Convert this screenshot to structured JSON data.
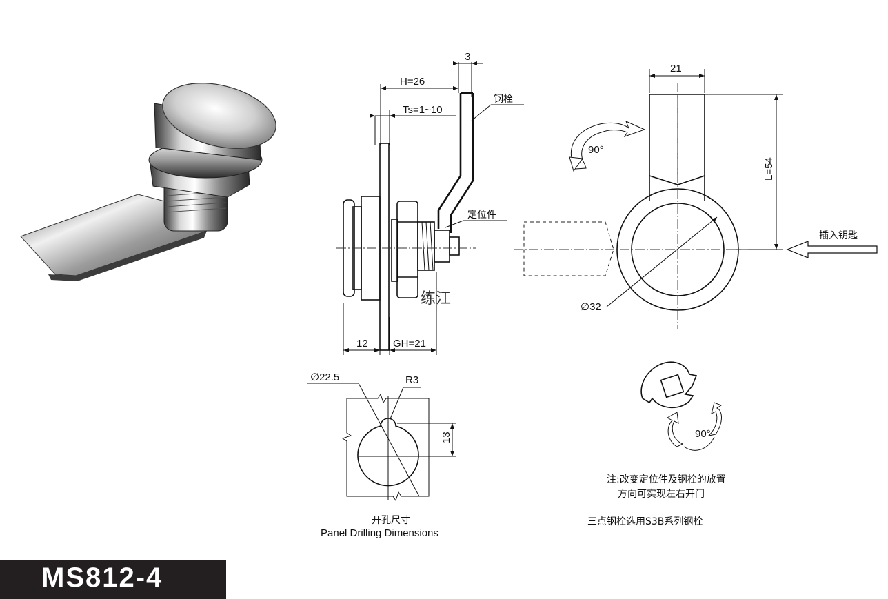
{
  "model": "MS812-4",
  "side_view": {
    "h_label": "H=26",
    "thickness_top_label": "3",
    "ts_label": "Ts=1~10",
    "bolt_label": "钢栓",
    "locator_label": "定位件",
    "watermark": "练江",
    "dim_12": "12",
    "gh_label": "GH=21"
  },
  "front_view": {
    "width_label": "21",
    "length_label": "L=54",
    "rotation_label": "90°",
    "diameter_label": "∅32",
    "insert_key_label": "插入钥匙"
  },
  "drilling": {
    "diameter_label": "∅22.5",
    "radius_label": "R3",
    "height_label": "13",
    "title_cn": "开孔尺寸",
    "title_en": "Panel Drilling Dimensions"
  },
  "locator_detail": {
    "rotation_label": "90°"
  },
  "notes": {
    "line1": "注:改变定位件及钢栓的放置",
    "line2": "方向可实现左右开门",
    "line3": "三点钢栓选用S3B系列钢栓"
  }
}
